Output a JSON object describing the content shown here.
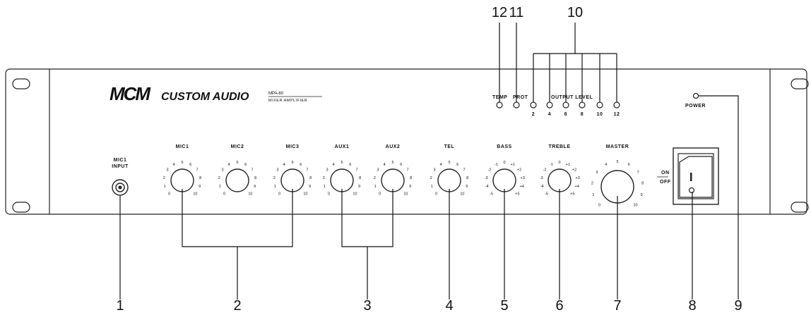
{
  "brand": {
    "mark": "MCM",
    "name": "CUSTOM AUDIO",
    "model": "MPA-60",
    "subtitle": "MIXER AMPLIFIER"
  },
  "indicators": {
    "temp": "TEMP",
    "prot": "PROT",
    "output_level": "OUTPUT LEVEL",
    "power": "POWER",
    "level_steps": [
      "2",
      "4",
      "6",
      "8",
      "10",
      "12"
    ]
  },
  "jack": {
    "label_line1": "MIC1",
    "label_line2": "INPUT"
  },
  "knobs": [
    {
      "label": "MIC1",
      "scale": "level"
    },
    {
      "label": "MIC2",
      "scale": "level"
    },
    {
      "label": "MIC3",
      "scale": "level"
    },
    {
      "label": "AUX1",
      "scale": "level"
    },
    {
      "label": "AUX2",
      "scale": "level"
    },
    {
      "label": "TEL",
      "scale": "level"
    },
    {
      "label": "BASS",
      "scale": "tone"
    },
    {
      "label": "TREBLE",
      "scale": "tone"
    },
    {
      "label": "MASTER",
      "scale": "level"
    }
  ],
  "scales": {
    "level": [
      "0",
      "1",
      "2",
      "3",
      "4",
      "5",
      "6",
      "7",
      "8",
      "9",
      "10"
    ],
    "tone": [
      "-5",
      "-4",
      "-3",
      "-2",
      "-1",
      "0",
      "+1",
      "+2",
      "+3",
      "+4",
      "+5"
    ]
  },
  "switch": {
    "on": "ON",
    "off": "OFF"
  },
  "callouts": [
    "1",
    "2",
    "3",
    "4",
    "5",
    "6",
    "7",
    "8",
    "9",
    "10",
    "11",
    "12"
  ]
}
